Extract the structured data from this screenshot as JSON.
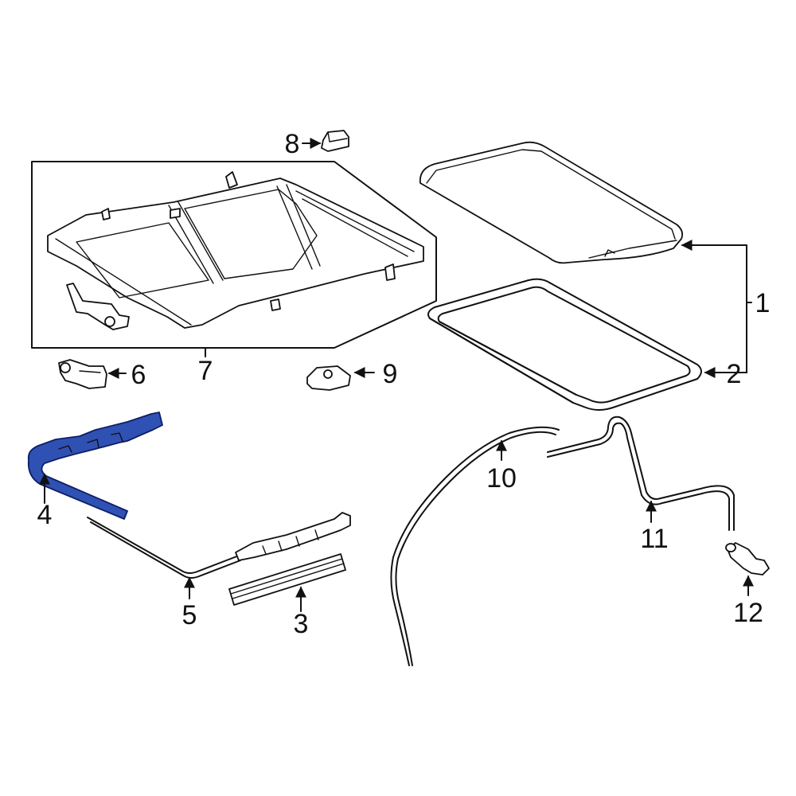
{
  "diagram": {
    "highlight_color": "#2f51b3",
    "line_color": "#111111",
    "background": "#ffffff",
    "highlighted_part": "4",
    "callouts": {
      "c1": "1",
      "c2": "2",
      "c3": "3",
      "c4": "4",
      "c5": "5",
      "c6": "6",
      "c7": "7",
      "c8": "8",
      "c9": "9",
      "c10": "10",
      "c11": "11",
      "c12": "12"
    }
  }
}
